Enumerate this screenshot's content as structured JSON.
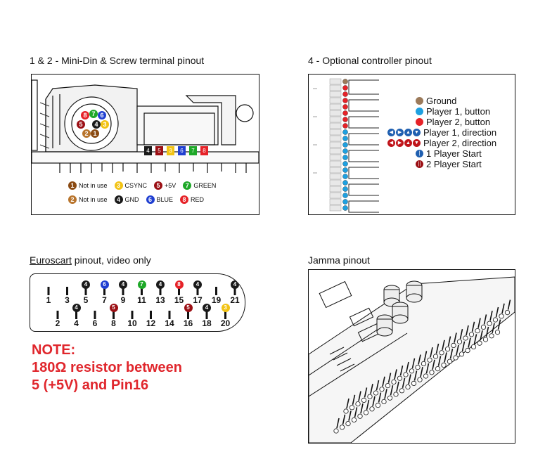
{
  "titles": {
    "minidin": "1 & 2 -  Mini-Din & Screw terminal pinout",
    "controller": "4 -  Optional controller pinout",
    "euroscart_link": "Euroscart",
    "euroscart_rest": " pinout, video only",
    "jamma": "Jamma pinout"
  },
  "minidin_legend": [
    {
      "num": "1",
      "label": "Not in use",
      "color": "#8a4a12"
    },
    {
      "num": "3",
      "label": "CSYNC",
      "color": "#f2c314"
    },
    {
      "num": "5",
      "label": "+5V",
      "color": "#9b0f14"
    },
    {
      "num": "7",
      "label": "GREEN",
      "color": "#1ea828"
    },
    {
      "num": "2",
      "label": "Not in use",
      "color": "#b8742c"
    },
    {
      "num": "4",
      "label": "GND",
      "color": "#1a1a1a"
    },
    {
      "num": "6",
      "label": "BLUE",
      "color": "#1f3fd1"
    },
    {
      "num": "8",
      "label": "RED",
      "color": "#e62228"
    }
  ],
  "controller_legend": [
    {
      "label": "Ground",
      "color": "#9c7a5a",
      "icon": "brown-dot-icon"
    },
    {
      "label": "Player 1, button",
      "color": "#1ea0e0",
      "icon": "blue-dot-icon"
    },
    {
      "label": "Player 2, button",
      "color": "#e62228",
      "icon": "red-dot-icon"
    },
    {
      "label": "Player 1, direction",
      "color": "#1f5fb0",
      "icon": "blue-arrows-icon"
    },
    {
      "label": "Player 2, direction",
      "color": "#c0141a",
      "icon": "red-arrows-icon"
    },
    {
      "label": "1 Player Start",
      "color": "#1f5fb0",
      "icon": "p1-start-icon"
    },
    {
      "label": "2 Player Start",
      "color": "#9b0f14",
      "icon": "p2-start-icon"
    }
  ],
  "euroscart": {
    "top_pins": [
      "1",
      "3",
      "5",
      "7",
      "9",
      "11",
      "13",
      "15",
      "17",
      "19",
      "21"
    ],
    "bottom_pins": [
      "2",
      "4",
      "6",
      "8",
      "10",
      "12",
      "14",
      "16",
      "18",
      "20"
    ],
    "top_markers": [
      "",
      "",
      "4",
      "6",
      "4",
      "7",
      "4",
      "8",
      "4",
      "",
      "4"
    ],
    "bottom_markers": [
      "",
      "4",
      "",
      "5",
      "",
      "",
      "",
      "5",
      "4",
      "3"
    ]
  },
  "screw_terminal_labels": [
    "4",
    "5",
    "3",
    "6",
    "7",
    "8"
  ],
  "minidin_pins": [
    "8",
    "7",
    "6",
    "5",
    "4",
    "3",
    "2",
    "1"
  ],
  "note": {
    "line1": "NOTE:",
    "line2": "180Ω resistor between",
    "line3": "5 (+5V) and Pin16"
  }
}
